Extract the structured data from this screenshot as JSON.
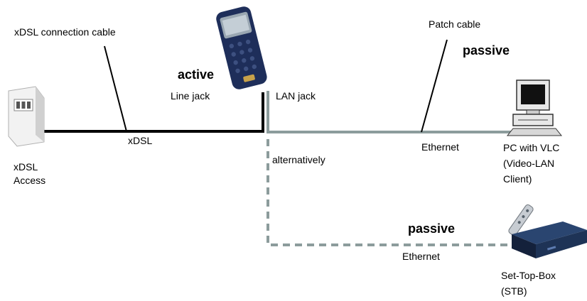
{
  "labels": {
    "connection_cable": "xDSL connection cable",
    "active": "active",
    "line_jack": "Line jack",
    "lan_jack": "LAN jack",
    "xdsl": "xDSL",
    "xdsl_access": "xDSL\nAccess",
    "patch_cable": "Patch cable",
    "passive_top": "passive",
    "ethernet_top": "Ethernet",
    "pc_with_vlc": "PC with VLC\n(Video-LAN\nClient)",
    "alternatively": "alternatively",
    "passive_bottom": "passive",
    "ethernet_bottom": "Ethernet",
    "set_top_box": "Set-Top-Box\n(STB)"
  },
  "colors": {
    "xdsl_line": "#000000",
    "ethernet_line": "#8c9c9c",
    "device_blue": "#1e2e5a",
    "device_screen": "#9aa7b2",
    "stb_body": "#1e3356",
    "pc_monitor": "#e8e8e8"
  },
  "icons": {
    "tester": "handheld-tester-icon",
    "wall_socket": "wall-socket-icon",
    "pc": "pc-icon",
    "stb": "set-top-box-icon",
    "remote": "remote-control-icon"
  }
}
